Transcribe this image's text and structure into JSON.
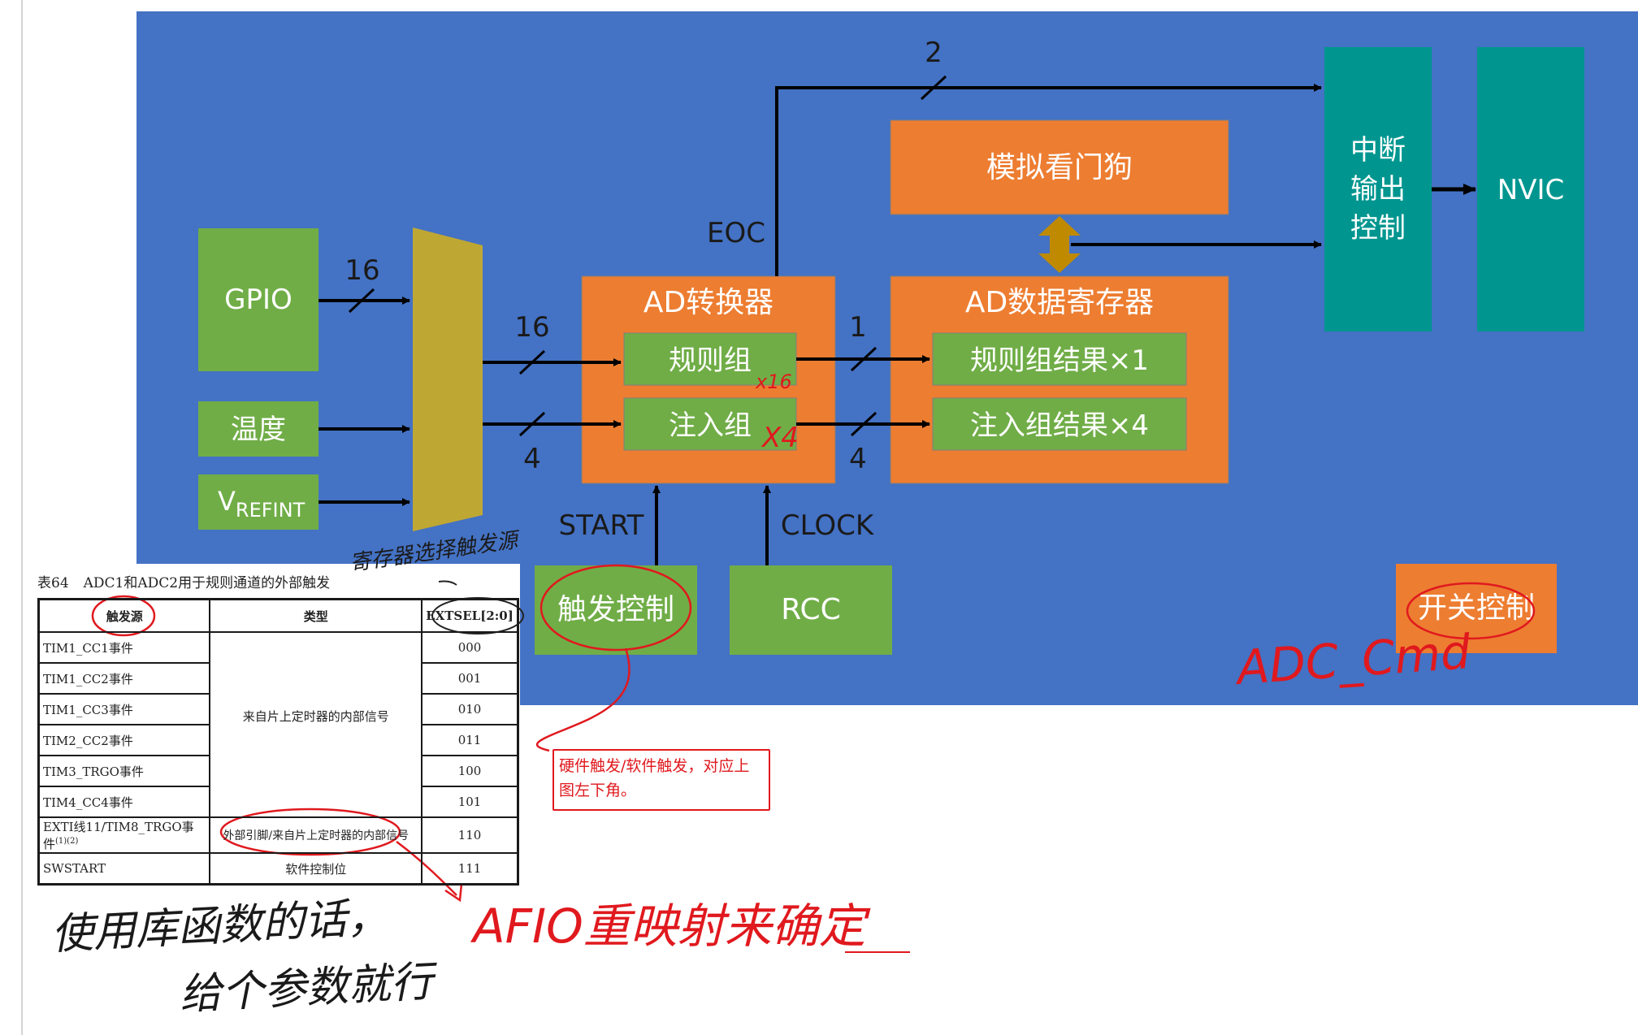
{
  "diagram": {
    "gpio": "GPIO",
    "temperature": "温度",
    "vrefint_main": "V",
    "vrefint_sub": "REFINT",
    "bus_gpio": "16",
    "bus_regular": "16",
    "bus_injected": "4",
    "bus_out_regular": "1",
    "bus_out_injected": "4",
    "bus_eoc": "2",
    "eoc": "EOC",
    "start": "START",
    "clock": "CLOCK",
    "adc": "AD转换器",
    "regular_group": "规则组",
    "injected_group": "注入组",
    "data_register": "AD数据寄存器",
    "regular_result": "规则组结果×1",
    "injected_result": "注入组结果×4",
    "watchdog": "模拟看门狗",
    "interrupt_ctrl": [
      "中断",
      "输出",
      "控制"
    ],
    "nvic": "NVIC",
    "trigger_ctrl": "触发控制",
    "rcc": "RCC",
    "switch_ctrl": "开关控制"
  },
  "table": {
    "caption_num": "表64",
    "caption_text": "ADC1和ADC2用于规则通道的外部触发",
    "headers": [
      "触发源",
      "类型",
      "EXTSEL[2:0]"
    ],
    "rows": [
      {
        "source": "TIM1_CC1事件",
        "code": "000"
      },
      {
        "source": "TIM1_CC2事件",
        "code": "001"
      },
      {
        "source": "TIM1_CC3事件",
        "code": "010"
      },
      {
        "source": "TIM2_CC2事件",
        "code": "011"
      },
      {
        "source": "TIM3_TRGO事件",
        "code": "100"
      },
      {
        "source": "TIM4_CC4事件",
        "code": "101"
      },
      {
        "source": "EXTI线11/TIM8_TRGO事件",
        "code": "110"
      },
      {
        "source": "SWSTART",
        "code": "111"
      }
    ],
    "type_internal": "来自片上定时器的内部信号",
    "type_external": "外部引脚/来自片上定时器的内部信号",
    "type_software": "软件控制位",
    "footnote": "(1)(2)"
  },
  "annotations": {
    "x16": "x16",
    "x4": "X4",
    "register_select": "寄存器选择触发源",
    "adc_cmd": "ADC_Cmd",
    "note": "硬件触发/软件触发，对应上图左下角。",
    "afio": "AFIO重映射来确定",
    "library_line1": "使用库函数的话，",
    "library_line2": "给个参数就行"
  },
  "colors": {
    "background_panel": "#4472c4",
    "green": "#70ad47",
    "orange": "#ed7d31",
    "teal": "#00968f",
    "mux": "#bfa734",
    "gold_arrow": "#c08a00",
    "annotation_red": "#e0191e"
  }
}
